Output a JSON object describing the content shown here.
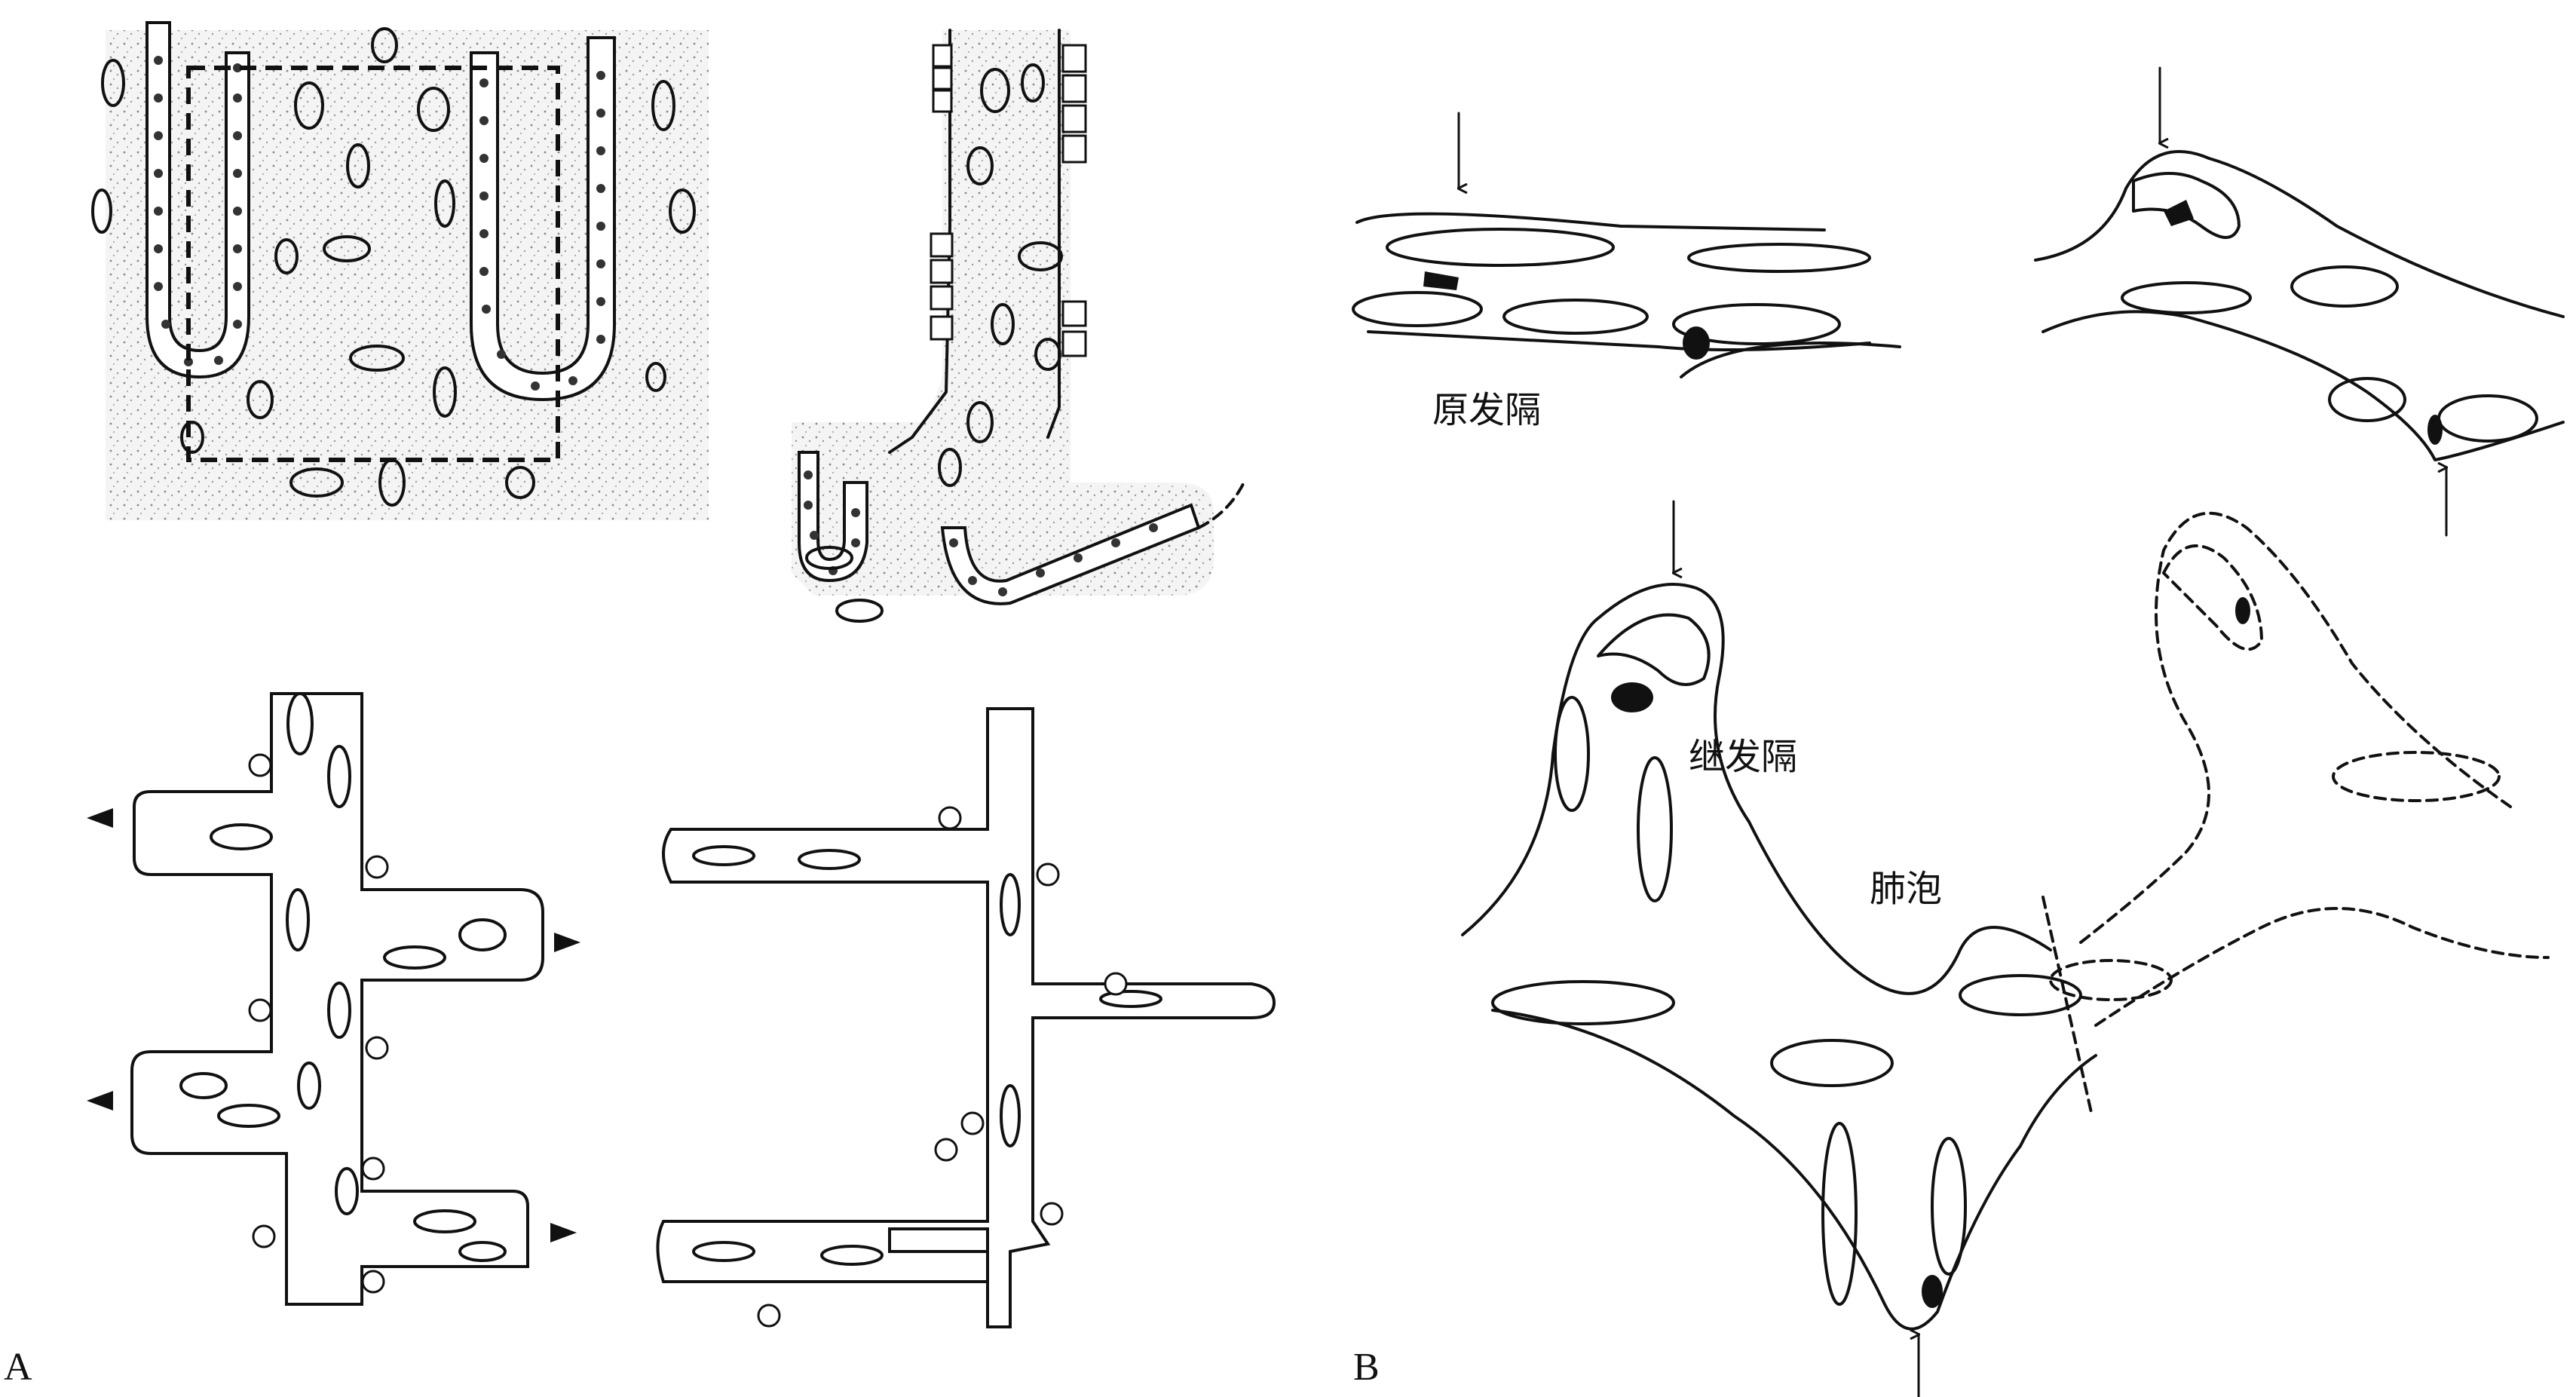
{
  "panels": {
    "a": {
      "letter": "A"
    },
    "b": {
      "letter": "B"
    }
  },
  "labels": {
    "primary_septum": "原发隔",
    "secondary_septum": "继发隔",
    "alveolus": "肺泡"
  }
}
